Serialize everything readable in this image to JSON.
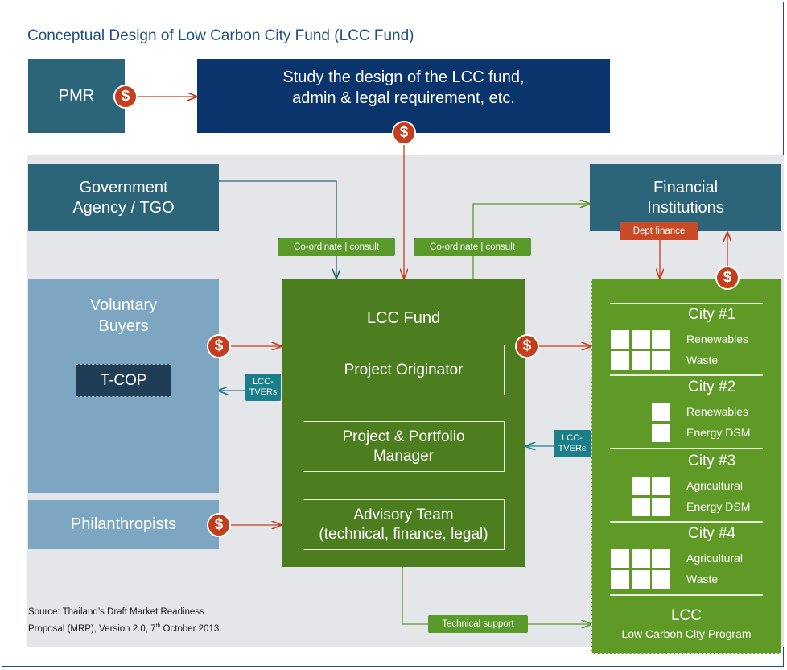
{
  "title": "Conceptual Design of Low Carbon City Fund (LCC Fund)",
  "nodes": {
    "pmr": "PMR",
    "study": "Study the design of the LCC fund,\nadmin & legal requirement, etc.",
    "government": "Government\nAgency / TGO",
    "financial": "Financial\nInstitutions",
    "voluntary": "Voluntary\nBuyers",
    "tcop": "T-COP",
    "philanthropists": "Philanthropists",
    "fund_title": "LCC Fund",
    "originator": "Project Originator",
    "portfolio": "Project & Portfolio\nManager",
    "advisory": "Advisory Team\n(technical, finance, legal)"
  },
  "labels": {
    "coordinate_1": "Co-ordinate | consult",
    "coordinate_2": "Co-ordinate | consult",
    "dept_finance": "Dept finance",
    "technical_support": "Technical support",
    "lcc_tvers_line1": "LCC-",
    "lcc_tvers_line2": "TVERs",
    "dollar": "$"
  },
  "cities": [
    {
      "name": "City #1",
      "items": [
        "Renewables",
        "Waste"
      ]
    },
    {
      "name": "City #2",
      "items": [
        "Renewables",
        "Energy DSM"
      ]
    },
    {
      "name": "City #3",
      "items": [
        "Agricultural",
        "Energy DSM"
      ]
    },
    {
      "name": "City #4",
      "items": [
        "Agricultural",
        "Waste"
      ]
    }
  ],
  "lcc": {
    "title": "LCC",
    "subtitle": "Low Carbon City Program"
  },
  "source": {
    "line1": "Source: Thailand’s Draft Market Readiness",
    "line2_a": "Proposal (MRP), Version 2.0, 7",
    "line2_sup": "th",
    "line2_b": " October 2013."
  },
  "colors": {
    "red_arrow": "#c43e1e",
    "green_arrow": "#5a9a2a",
    "teal_arrow": "#1a7f8a",
    "blue_arrow": "#2c6479"
  }
}
